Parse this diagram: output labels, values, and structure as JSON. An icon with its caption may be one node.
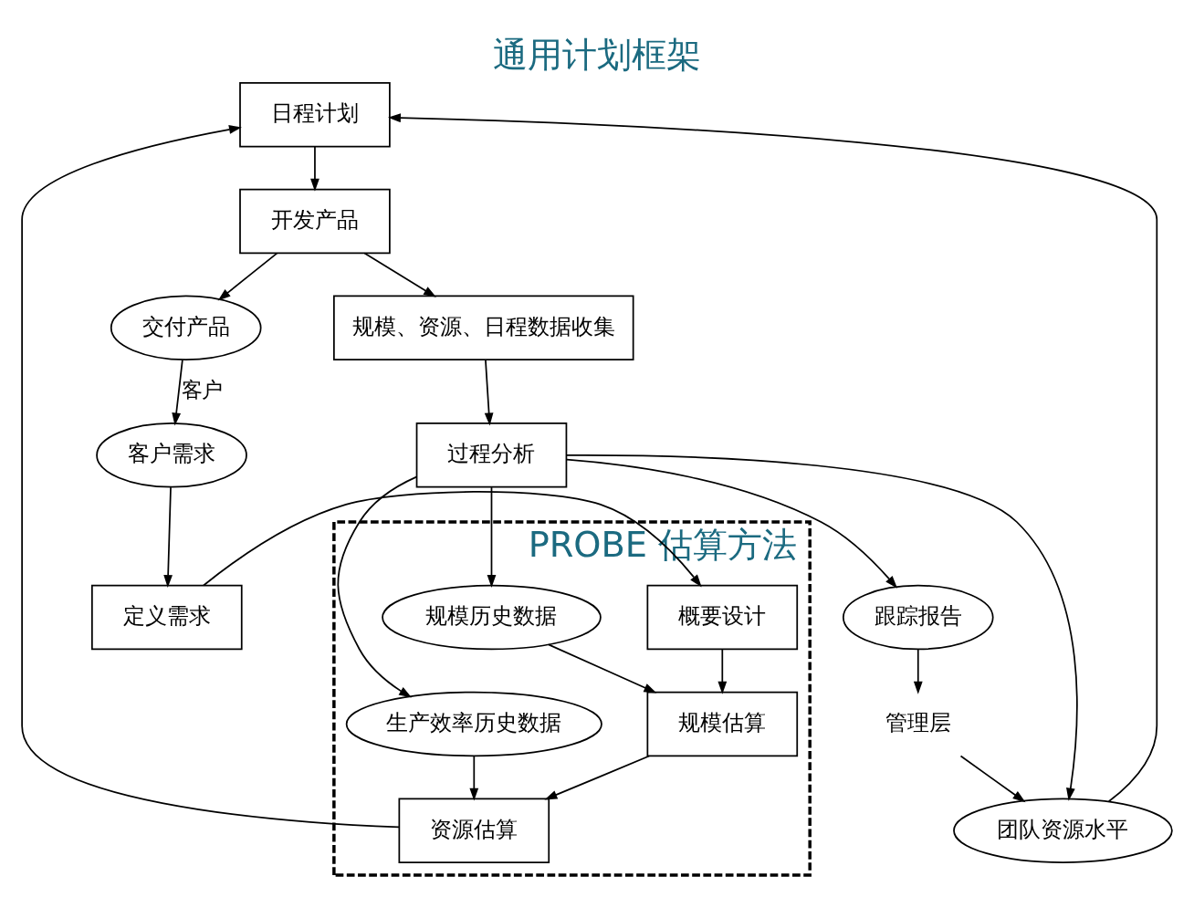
{
  "diagram": {
    "title": "通用计划框架",
    "nodes": [
      {
        "text": [
          "客户需求"
        ]
      },
      {
        "text": [
          "定义需求"
        ]
      },
      {
        "text": [
          "PROBE 估算方法"
        ]
      },
      {
        "text": [
          "概要设计"
        ],
        "in": 2
      },
      {
        "text": [
          "规模估算"
        ],
        "in": 2
      },
      {
        "text": [
          "规模历史数据"
        ],
        "in": 2
      },
      {
        "text": [
          "资源估算"
        ],
        "in": 2
      },
      {
        "text": [
          "生产效率历史数据"
        ],
        "in": 2
      },
      {
        "text": [
          "日程计划"
        ]
      },
      {
        "text": [
          "团队资源水平"
        ]
      },
      {
        "text": [
          "开发产品"
        ]
      },
      {
        "text": [
          "交付产品"
        ]
      },
      {
        "text": [
          "规模、资源、日程数据收集"
        ]
      },
      {
        "text": [
          "过程分析"
        ]
      },
      {
        "text": [
          "跟踪报告"
        ]
      },
      {
        "text": [
          "管理层"
        ]
      }
    ],
    "edges": [
      {
        "from": 0,
        "to": 1,
        "arrow": "to"
      },
      {
        "from": 1,
        "to": 3,
        "arrow": "to"
      },
      {
        "from": 3,
        "to": 4,
        "arrow": "to"
      },
      {
        "from": 5,
        "to": 4,
        "arrow": "to"
      },
      {
        "from": 4,
        "to": 6,
        "arrow": "to"
      },
      {
        "from": 7,
        "to": 6,
        "arrow": "to"
      },
      {
        "from": 6,
        "to": 8,
        "arrow": "to"
      },
      {
        "from": 9,
        "to": 8,
        "arrow": "to"
      },
      {
        "from": 8,
        "to": 10,
        "arrow": "to"
      },
      {
        "from": 10,
        "to": 11,
        "arrow": "to"
      },
      {
        "from": 11,
        "to": 0,
        "arrow": "to",
        "label": "客户"
      },
      {
        "from": 10,
        "to": 12,
        "arrow": "to"
      },
      {
        "from": 12,
        "to": 13,
        "arrow": "to"
      },
      {
        "from": 13,
        "to": 14,
        "arrow": "to"
      },
      {
        "from": 14,
        "to": 15,
        "arrow": "to"
      },
      {
        "from": 13,
        "to": 5,
        "arrow": "to"
      },
      {
        "from": 13,
        "to": 7,
        "arrow": "to"
      },
      {
        "from": 13,
        "to": 9,
        "arrow": "to"
      },
      {
        "from": 15,
        "to": 9,
        "arrow": "to"
      }
    ]
  }
}
